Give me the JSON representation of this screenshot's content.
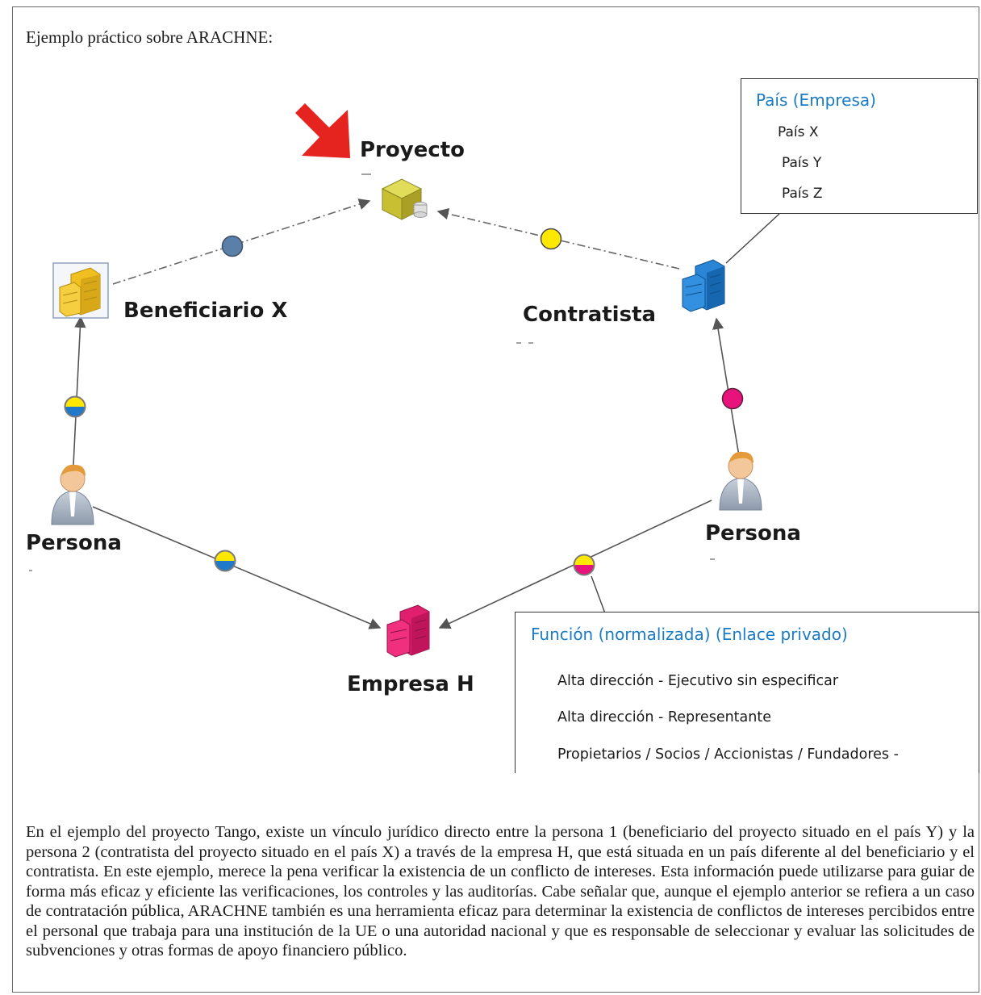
{
  "heading": "Ejemplo práctico sobre ARACHNE:",
  "nodes": {
    "proyecto": "Proyecto",
    "beneficiario": "Beneficiario X",
    "contratista": "Contratista",
    "persona_left": "Persona",
    "persona_right": "Persona",
    "empresa": "Empresa H"
  },
  "legend_country": {
    "title": "País (Empresa)",
    "items": [
      {
        "label": "País X",
        "color": "#5b7fa8"
      },
      {
        "label": "País Y",
        "color": "#ffe800"
      },
      {
        "label": "País Z",
        "color": "#e8127c"
      }
    ]
  },
  "legend_function": {
    "title": "Función (normalizada) (Enlace privado)",
    "items": [
      {
        "label": "Alta dirección - Ejecutivo sin especificar",
        "color": "#5b7fa8"
      },
      {
        "label": "Alta dirección - Representante",
        "color": "#ffe800"
      },
      {
        "label": "Propietarios / Socios / Accionistas / Fundadores -",
        "color": "#e8127c"
      }
    ]
  },
  "colors": {
    "arrow_red": "#e52420",
    "project_cube": "#c8c032",
    "beneficiary_building": "#f0c020",
    "contractor_building": "#1f78c8",
    "company_building": "#e0206e",
    "edge": "#555555"
  },
  "paragraph": "En el ejemplo del proyecto Tango, existe un vínculo jurídico directo entre la persona 1 (beneficiario del proyecto situado en el país Y) y la persona 2 (contratista del proyecto situado en el país X) a través de la empresa H, que está situada en un país diferente al del beneficiario y el contratista. En este ejemplo, merece la pena verificar la existencia de un conflicto de intereses. Esta información puede utilizarse para guiar de forma más eficaz y eficiente las verificaciones, los controles y las auditorías. Cabe señalar que, aunque el ejemplo anterior se refiera a un caso de contratación pública, ARACHNE también es una herramienta eficaz para determinar la existencia de conflictos de intereses percibidos entre el personal que trabaja para una institución de la UE o una autoridad nacional y que es responsable de seleccionar y evaluar las solicitudes de subvenciones y otras formas de apoyo financiero público."
}
